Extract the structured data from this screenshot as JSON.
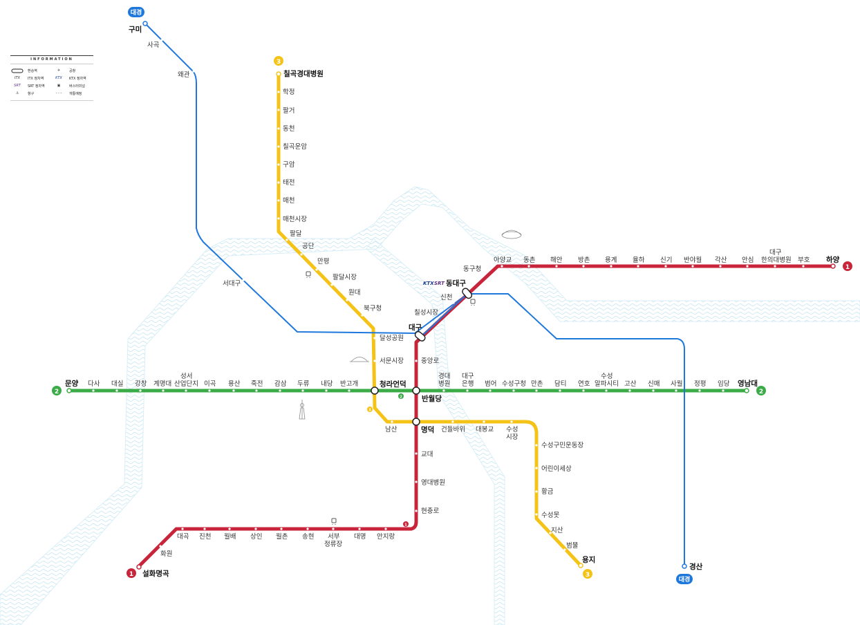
{
  "legend": {
    "title": "INFORMATION",
    "items": [
      {
        "icon": "transfer-station-icon",
        "label": "환승역"
      },
      {
        "icon": "airport-icon",
        "label": "공항"
      },
      {
        "icon": "itx-logo-icon",
        "label": "ITX 정차역"
      },
      {
        "icon": "ktx-logo-icon",
        "label": "KTX 정차역"
      },
      {
        "icon": "srt-logo-icon",
        "label": "SRT 정차역"
      },
      {
        "icon": "bus-terminal-icon",
        "label": "버스터미널"
      },
      {
        "icon": "port-icon",
        "label": "항구"
      },
      {
        "icon": "planned-line-icon",
        "label": "개통예정"
      }
    ]
  },
  "colors": {
    "line1": "#c8253b",
    "line2": "#3aab47",
    "line3": "#f5c318",
    "daegyeong": "#1e78dc",
    "river": "#d5ecf5",
    "badge_daegyeong": "#1e78dc"
  },
  "lines": [
    {
      "id": "line1",
      "badge": "1",
      "color": "#c8253b"
    },
    {
      "id": "line2",
      "badge": "2",
      "color": "#3aab47"
    },
    {
      "id": "line3",
      "badge": "3",
      "color": "#f5c318"
    },
    {
      "id": "daegyeong",
      "badge": "대경",
      "color": "#1e78dc"
    }
  ],
  "badges": {
    "daegyeong_top": "대경",
    "daegyeong_bottom": "대경",
    "line1_east": "1",
    "line1_west": "1",
    "line1_mid": "1",
    "line2_west": "2",
    "line2_east": "2",
    "line2_mid": "2",
    "line3_north": "3",
    "line3_south": "3",
    "line3_mid": "3"
  },
  "transfer_labels": {
    "gumi": "구미",
    "haeyang": "하양",
    "dongdaegu": "동대구",
    "daegu": "대구",
    "munyang": "문양",
    "cheongna": "청라언덕",
    "banwoldang": "반월당",
    "myeongdeok": "명덕",
    "yeongnamdae": "영남대",
    "seolhwa": "설화명곡",
    "chilgok": "칠곡경대병원",
    "yongji": "용지",
    "gyeongsan": "경산"
  },
  "stations": {
    "daegyeong": [
      "사곡",
      "왜관",
      "서대구"
    ],
    "line3": [
      "학정",
      "팔거",
      "동천",
      "칠곡운암",
      "구암",
      "태전",
      "매천",
      "매천시장",
      "팔달",
      "공단",
      "만평",
      "팔달시장",
      "원대",
      "북구청",
      "달성공원",
      "서문시장",
      "남산",
      "건들바위",
      "대봉교",
      "수성",
      "시장",
      "수성구민운동장",
      "어린이세상",
      "황금",
      "수성못",
      "지산",
      "범물"
    ],
    "line1": [
      "동구청",
      "아양교",
      "동촌",
      "해안",
      "방촌",
      "용계",
      "율하",
      "신기",
      "반야월",
      "각산",
      "안심",
      "대구",
      "한의대병원",
      "부호",
      "신천",
      "칠성시장",
      "중앙로",
      "교대",
      "영대병원",
      "현충로",
      "대곡",
      "진천",
      "월배",
      "상인",
      "월촌",
      "송현",
      "서부",
      "정류장",
      "대명",
      "안지랑",
      "화원"
    ],
    "line2": [
      "다사",
      "대실",
      "강창",
      "계명대",
      "성서",
      "산업단지",
      "이곡",
      "용산",
      "죽전",
      "감삼",
      "두류",
      "내당",
      "반고개",
      "경대",
      "병원",
      "대구",
      "은행",
      "범어",
      "수성구청",
      "만촌",
      "담티",
      "연호",
      "수성",
      "알파시티",
      "고산",
      "신매",
      "사월",
      "정평",
      "임당"
    ]
  },
  "rail_logos": {
    "ktx": "KTX",
    "srt": "SRT"
  }
}
